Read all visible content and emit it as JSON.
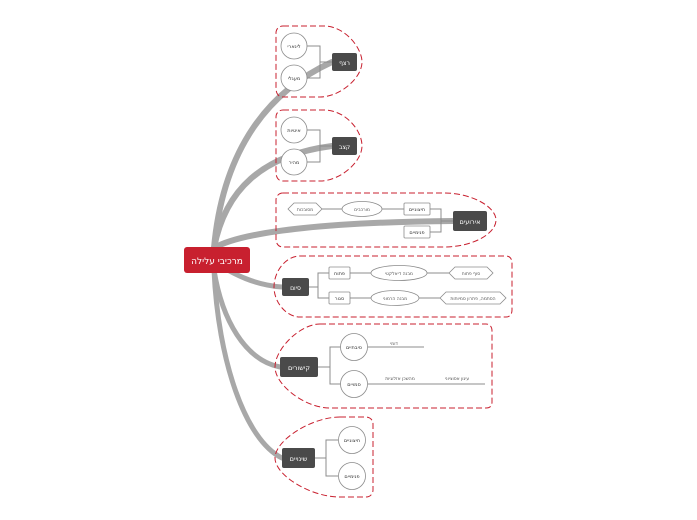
{
  "root": {
    "label": "מרכיבי עלילה",
    "color": "#c8202f"
  },
  "colors": {
    "topic_fill": "#4a4a4a",
    "branch": "#a8a8a8",
    "boundary": "#c8202f",
    "connector": "#8c8c8c"
  },
  "topics": {
    "pace": {
      "label": "רצף",
      "children": [
        "לינארי",
        "מעגלי"
      ]
    },
    "tempo": {
      "label": "קצב",
      "children": [
        "איטיות",
        "מהיר"
      ]
    },
    "events": {
      "label": "אירועים",
      "children": [
        {
          "label": "חיצוניים",
          "next": "מורכבים",
          "tail": "מסובכות"
        },
        {
          "label": "פנימיים"
        }
      ]
    },
    "ending": {
      "label": "סיום",
      "children": [
        {
          "label": "פתוח",
          "next": "מבנה דיאלקטי",
          "tail": "סוף פתוח"
        },
        {
          "label": "סגור",
          "next": "מבנה הרמוני",
          "tail": "הסתמה, פתרון סמיותות"
        }
      ]
    },
    "links": {
      "label": "קישורים",
      "children": [
        {
          "label": "סיבתיים",
          "note": "דומי"
        },
        {
          "label": "סמויים",
          "note": "מהשכן אזלוגיות",
          "far": "עיגון אסוציוני"
        }
      ]
    },
    "changes": {
      "label": "שינויים",
      "children": [
        "חיצוניים",
        "פנימיים"
      ]
    }
  }
}
